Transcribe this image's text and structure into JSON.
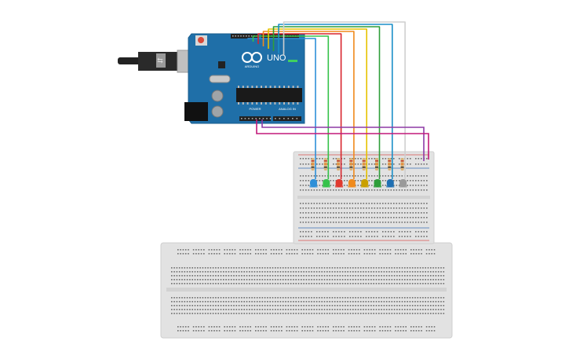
{
  "board": {
    "brand": "UNO",
    "logo_text": "ARDUINO",
    "power_header_label": "POWER",
    "analog_header_label": "ANALOG IN",
    "usb_icon": "usb-connector-icon",
    "reset_icon": "reset-button-icon"
  },
  "colors": {
    "board": "#1f6fa8",
    "board_dark": "#185c8c",
    "breadboard": "#e2e2e2",
    "breadboard_edge": "#cfcfcf",
    "rail_red": "#d9534f",
    "rail_blue": "#3a6fb5",
    "hole": "#6f6f6f",
    "cable": "#222222",
    "usb_metal": "#c0c0c0"
  },
  "leds": [
    {
      "color": "#2d8fd8",
      "wire": "#2d8fd8"
    },
    {
      "color": "#36c24a",
      "wire": "#36c24a"
    },
    {
      "color": "#e03a2f",
      "wire": "#d8242c"
    },
    {
      "color": "#f08a1c",
      "wire": "#f08a1c"
    },
    {
      "color": "#c9a000",
      "wire": "#e6c200"
    },
    {
      "color": "#2e9e3a",
      "wire": "#2e9e3a"
    },
    {
      "color": "#1f6fb2",
      "wire": "#1a8fc8"
    },
    {
      "color": "#9a9a9a",
      "wire": "#cfcfcf"
    }
  ],
  "ground_wires": [
    "#8e3aa6",
    "#c2187a"
  ]
}
